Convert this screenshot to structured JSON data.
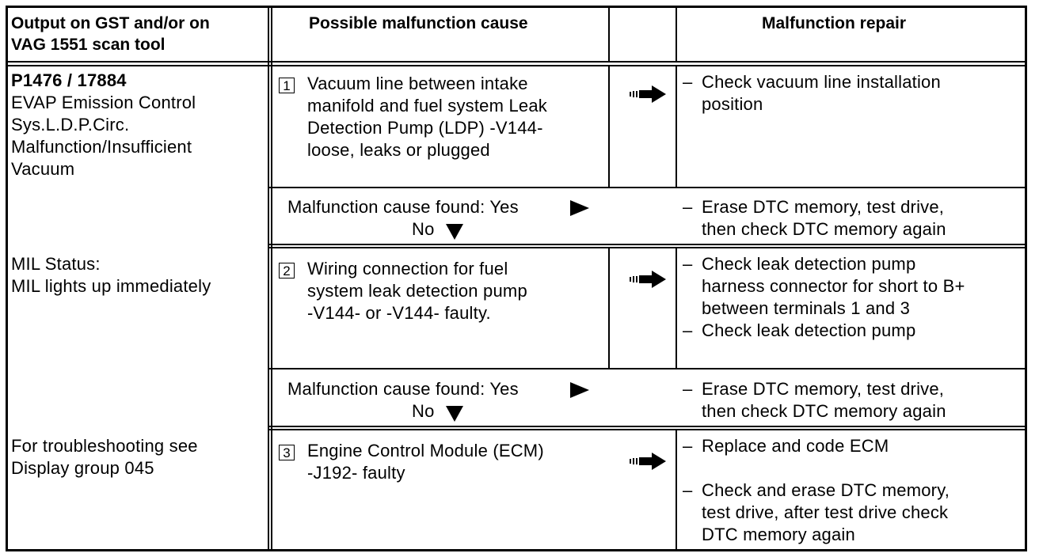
{
  "header": {
    "col1": "Output on GST and/or on\nVAG 1551 scan tool",
    "col2": "Possible malfunction cause",
    "col3": "Malfunction repair"
  },
  "left": {
    "dtc": "P1476 / 17884",
    "description": "EVAP Emission Control\nSys.L.D.P.Circ.\nMalfunction/Insufficient\nVacuum",
    "mil": "MIL Status:\nMIL lights up immediately",
    "troubleshoot": "For troubleshooting see\nDisplay group 045"
  },
  "steps": [
    {
      "num": "1",
      "cause": "Vacuum line between intake\nmanifold and fuel system Leak\nDetection Pump (LDP) -V144-\nloose, leaks or plugged",
      "repairs": [
        "Check vacuum line installation\nposition"
      ]
    },
    {
      "num": "2",
      "cause": "Wiring connection for fuel\nsystem leak detection pump\n-V144- or -V144- faulty.",
      "repairs": [
        "Check leak detection pump\nharness connector for short to B+\nbetween terminals 1 and 3",
        "Check leak detection pump"
      ]
    },
    {
      "num": "3",
      "cause": "Engine Control Module (ECM)\n-J192- faulty",
      "repairs": [
        "Replace and code ECM",
        "Check and erase DTC memory,\ntest drive, after test drive check\nDTC memory again"
      ]
    }
  ],
  "found": {
    "yes": "Malfunction cause found: Yes",
    "no": "No",
    "repair": "Erase DTC memory, test drive,\nthen check DTC memory again"
  },
  "dash": "–"
}
